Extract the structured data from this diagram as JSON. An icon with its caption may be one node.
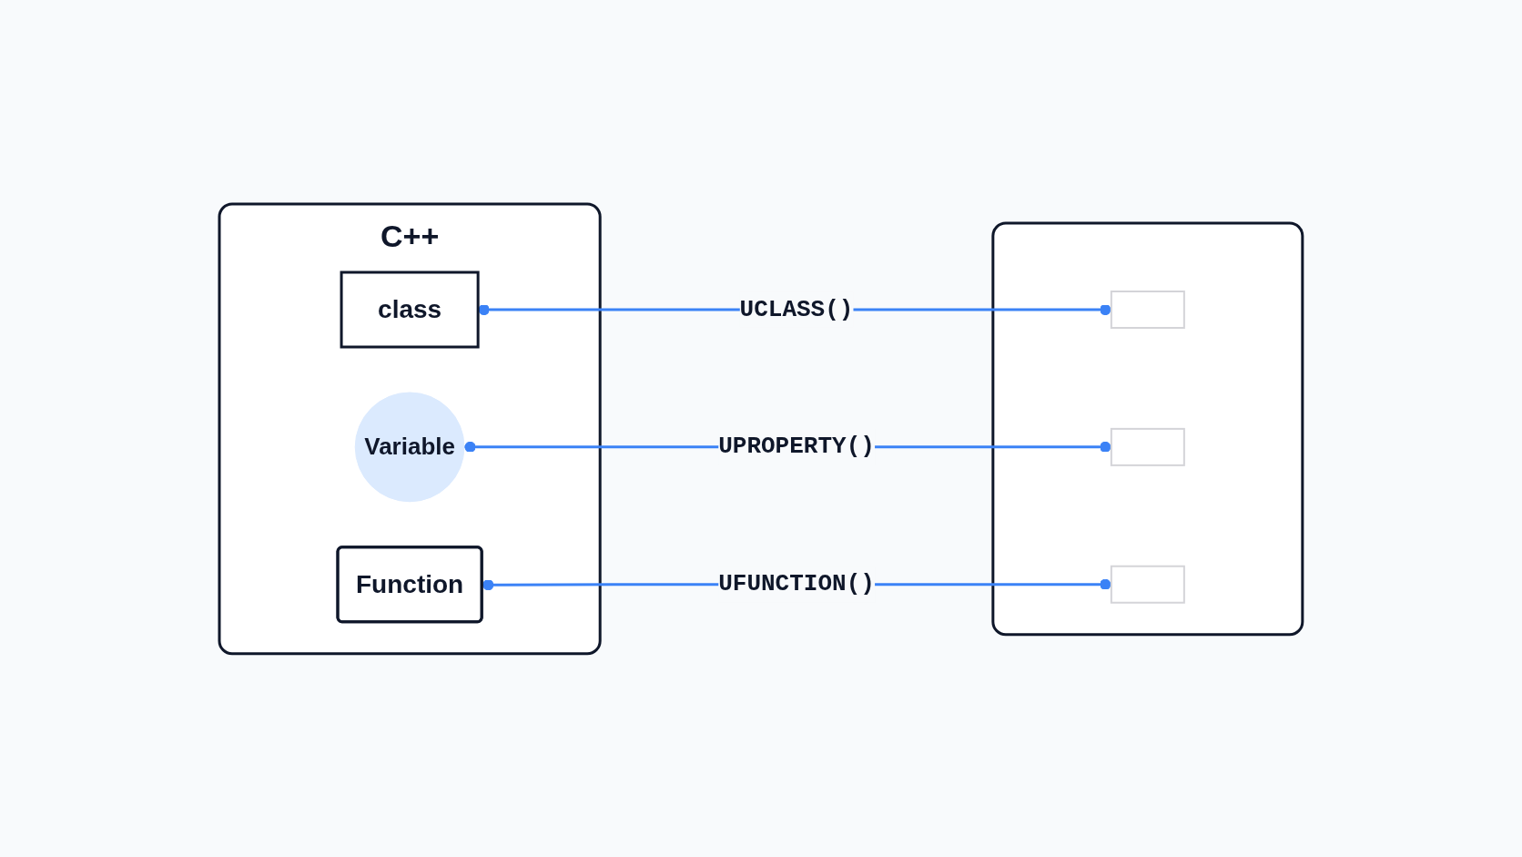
{
  "diagram": {
    "nodes": [
      {
        "text": [
          "C++"
        ]
      },
      {
        "text": [
          "class"
        ],
        "in": 0
      },
      {
        "text": [
          "Variable"
        ],
        "in": 0
      },
      {
        "text": [
          "Function"
        ],
        "in": 0
      },
      {
        "text": [],
        "shape": "box"
      },
      {
        "text": [],
        "shape": "box",
        "in": 4
      },
      {
        "text": [],
        "shape": "box",
        "in": 4
      },
      {
        "text": [],
        "shape": "box",
        "in": 4
      }
    ],
    "edges": [
      {
        "from": 1,
        "to": 5,
        "arrow": "other",
        "label": "UCLASS()",
        "color": "#3b82f6"
      },
      {
        "from": 2,
        "to": 6,
        "arrow": "other",
        "label": "UPROPERTY()",
        "color": "#3b82f6"
      },
      {
        "from": 3,
        "to": 7,
        "arrow": "other",
        "label": "UFUNCTION()",
        "color": "#3b82f6"
      }
    ]
  }
}
